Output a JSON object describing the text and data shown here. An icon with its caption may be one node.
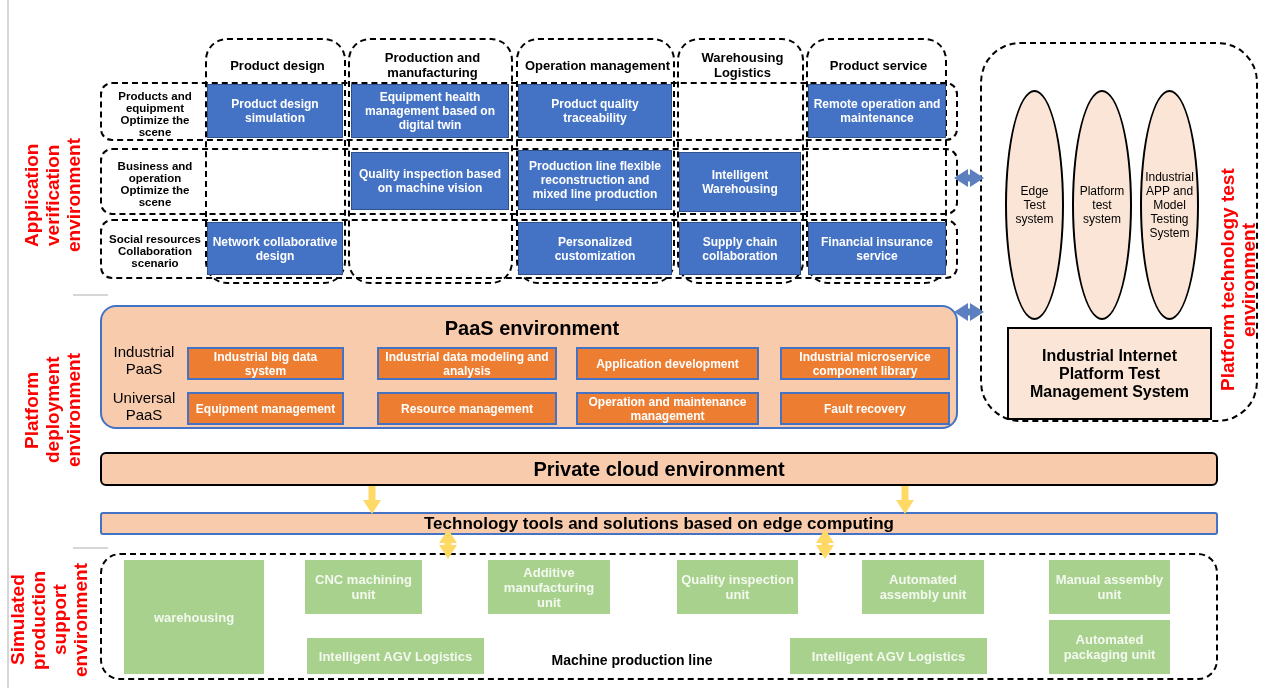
{
  "diagram": {
    "nodes": [
      {
        "text": [
          "Product design"
        ]
      },
      {
        "text": [
          "Production and manufacturing"
        ]
      },
      {
        "text": [
          "Operation management"
        ]
      },
      {
        "text": [
          "Warehousing Logistics"
        ]
      },
      {
        "text": [
          "Product service"
        ]
      },
      {
        "text": [
          "Products and equipment Optimize the scene"
        ]
      },
      {
        "text": [
          "Business and operation Optimize the scene"
        ]
      },
      {
        "text": [
          "Social resources Collaboration scenario"
        ]
      },
      {
        "text": [
          "Product design simulation"
        ]
      },
      {
        "text": [
          "Equipment health management based on digital twin"
        ]
      },
      {
        "text": [
          "Product quality traceability"
        ]
      },
      {
        "text": [
          "Remote operation and maintenance"
        ]
      },
      {
        "text": [
          "Quality inspection based on machine vision"
        ]
      },
      {
        "text": [
          "Production line flexible reconstruction and mixed line production"
        ]
      },
      {
        "text": [
          "Intelligent Warehousing"
        ]
      },
      {
        "text": [
          "Network collaborative design"
        ]
      },
      {
        "text": [
          "Personalized customization"
        ]
      },
      {
        "text": [
          "Supply chain collaboration"
        ]
      },
      {
        "text": [
          "Financial insurance service"
        ]
      },
      {
        "text": [
          "PaaS environment",
          "Industrial PaaS",
          "Universal PaaS"
        ]
      },
      {
        "text": [
          "Industrial big data system"
        ],
        "in": 19
      },
      {
        "text": [
          "Industrial data modeling and analysis"
        ],
        "in": 19
      },
      {
        "text": [
          "Application development"
        ],
        "in": 19
      },
      {
        "text": [
          "Industrial microservice component library"
        ],
        "in": 19
      },
      {
        "text": [
          "Equipment management"
        ],
        "in": 19
      },
      {
        "text": [
          "Resource management"
        ],
        "in": 19
      },
      {
        "text": [
          "Operation and maintenance management"
        ],
        "in": 19
      },
      {
        "text": [
          "Fault recovery"
        ],
        "in": 19
      },
      {
        "text": [
          "Private cloud environment"
        ]
      },
      {
        "text": [
          "Technology tools and solutions based on edge computing"
        ]
      },
      {
        "text": [],
        "shape": "box"
      },
      {
        "text": [
          "Edge Test system"
        ],
        "in": 30
      },
      {
        "text": [
          "Platform test system"
        ],
        "in": 30
      },
      {
        "text": [
          "Industrial APP and Model Testing System"
        ],
        "in": 30
      },
      {
        "text": [
          "Industrial Internet Platform Test Management System"
        ],
        "in": 30
      },
      {
        "text": [
          "Machine production line"
        ]
      },
      {
        "text": [
          "warehousing"
        ],
        "in": 35
      },
      {
        "text": [
          "CNC machining unit"
        ],
        "in": 35
      },
      {
        "text": [
          "Additive manufacturing unit"
        ],
        "in": 35
      },
      {
        "text": [
          "Quality inspection unit"
        ],
        "in": 35
      },
      {
        "text": [
          "Automated assembly unit"
        ],
        "in": 35
      },
      {
        "text": [
          "Manual assembly unit"
        ],
        "in": 35
      },
      {
        "text": [
          "Intelligent AGV Logistics"
        ],
        "in": 35
      },
      {
        "text": [
          "Intelligent AGV Logistics"
        ],
        "in": 35
      },
      {
        "text": [
          "Automated packaging unit"
        ],
        "in": 35
      }
    ],
    "edges": [
      {
        "from": 6,
        "to": 30,
        "arrow": "both",
        "color": "#5b7fbf"
      },
      {
        "from": 19,
        "to": 30,
        "arrow": "both",
        "color": "#5b7fbf"
      },
      {
        "from": 28,
        "to": 29,
        "arrow": "to",
        "color": "#ffd966"
      },
      {
        "from": 28,
        "to": 29,
        "arrow": "to",
        "color": "#ffd966"
      },
      {
        "from": 29,
        "to": 35,
        "arrow": "both",
        "color": "#ffd966"
      },
      {
        "from": 29,
        "to": 35,
        "arrow": "both",
        "color": "#ffd966"
      }
    ],
    "labels": [
      "Application verification environment",
      "Platform technology test environment",
      "Platform deployment environment",
      "Simulated production support environment"
    ]
  }
}
